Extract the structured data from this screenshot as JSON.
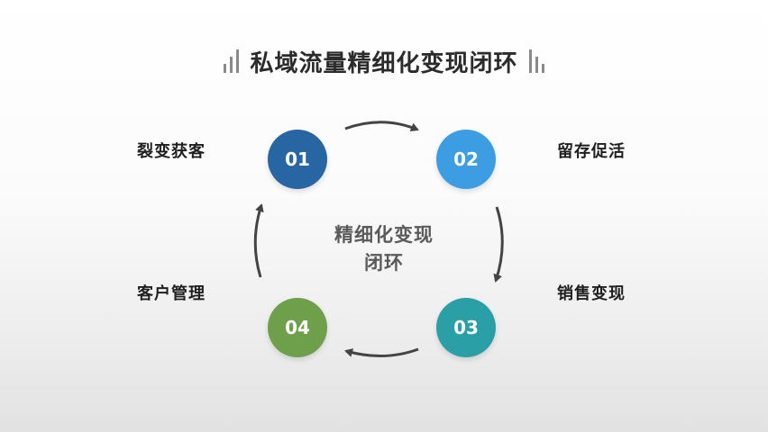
{
  "title": "私域流量精细化变现闭环",
  "center": {
    "line1": "精细化变现",
    "line2": "闭环"
  },
  "nodes": [
    {
      "number": "01",
      "label": "裂变获客",
      "color": "#2866a3"
    },
    {
      "number": "02",
      "label": "留存促活",
      "color": "#3d9de3"
    },
    {
      "number": "03",
      "label": "销售变现",
      "color": "#2a9fa6"
    },
    {
      "number": "04",
      "label": "客户管理",
      "color": "#6e9f4a"
    }
  ],
  "colors": {
    "arrow": "#444444",
    "title_bars": "#8a8a8a",
    "center_text": "#5a5a5a"
  }
}
